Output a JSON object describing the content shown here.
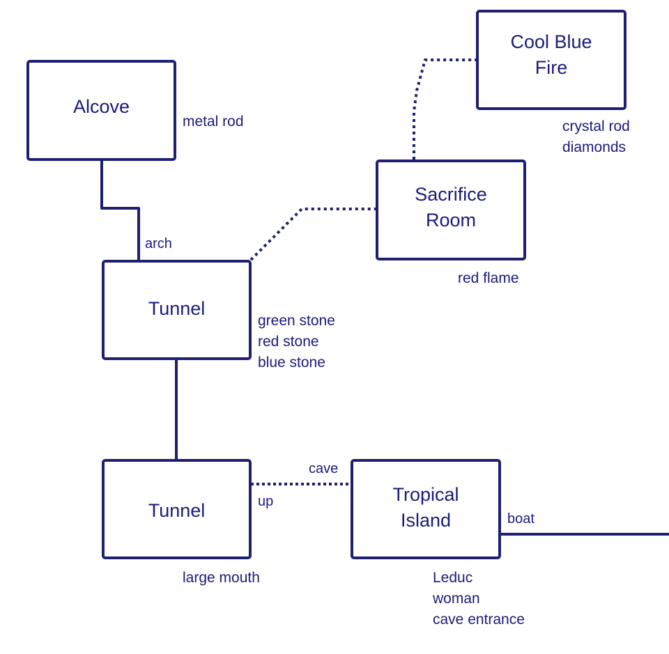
{
  "diagram": {
    "type": "adventure-map",
    "line_color": "#1f1f72",
    "text_color": "#1a1a7a",
    "rooms": [
      {
        "id": "alcove",
        "name": "Alcove",
        "items": [
          "metal rod"
        ]
      },
      {
        "id": "cool-blue-fire",
        "name": "Cool Blue\nFire",
        "items": [
          "crystal rod",
          "diamonds"
        ]
      },
      {
        "id": "sacrifice-room",
        "name": "Sacrifice\nRoom",
        "items": [
          "red flame"
        ]
      },
      {
        "id": "tunnel-upper",
        "name": "Tunnel",
        "items": [
          "green stone",
          "red stone",
          "blue stone"
        ]
      },
      {
        "id": "tunnel-lower",
        "name": "Tunnel",
        "items": [
          "large mouth"
        ]
      },
      {
        "id": "tropical-island",
        "name": "Tropical\nIsland",
        "items": [
          "Leduc",
          "woman",
          "cave entrance"
        ]
      }
    ],
    "connections": [
      {
        "from": "alcove",
        "to": "tunnel-upper",
        "style": "solid",
        "label": "arch"
      },
      {
        "from": "tunnel-upper",
        "to": "sacrifice-room",
        "style": "dotted",
        "label": ""
      },
      {
        "from": "sacrifice-room",
        "to": "cool-blue-fire",
        "style": "dotted",
        "label": ""
      },
      {
        "from": "tunnel-upper",
        "to": "tunnel-lower",
        "style": "solid",
        "label": ""
      },
      {
        "from": "tunnel-lower",
        "to": "tropical-island",
        "style": "dotted",
        "label_start": "up",
        "label_end": "cave"
      },
      {
        "from": "tropical-island",
        "to": "offscreen-east",
        "style": "solid",
        "label": "boat"
      }
    ]
  }
}
